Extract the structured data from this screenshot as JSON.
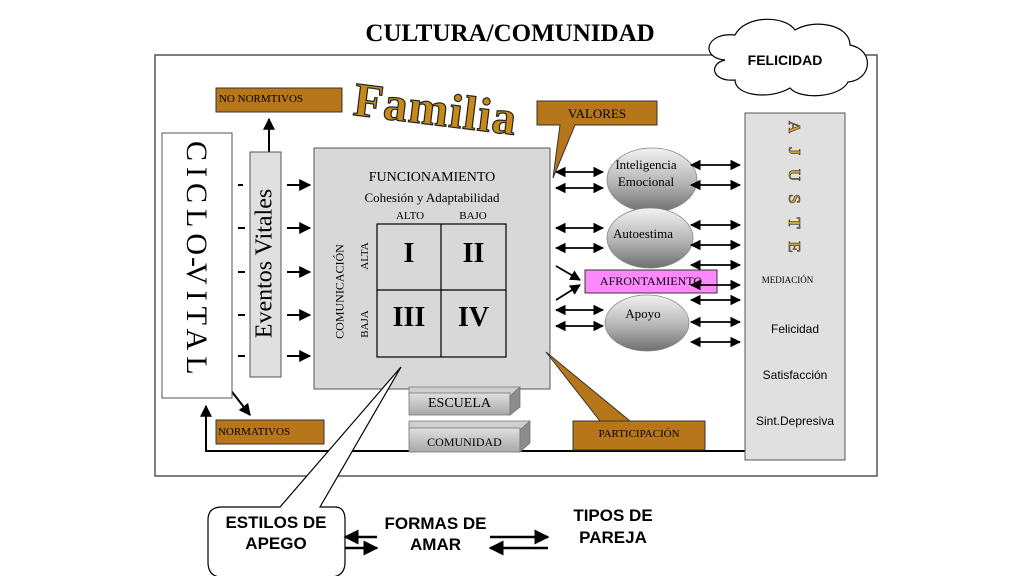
{
  "title": "CULTURA/COMUNIDAD",
  "cloud_label": "FELICIDAD",
  "no_normativos": "NO NORMTIVOS",
  "normativos": "NORMATIVOS",
  "familia": "Familia",
  "valores": "VALORES",
  "participacion": "PARTICIPACIÓN",
  "ciclo_vital": {
    "ciclo": "CICLO",
    "dash": "-",
    "vital": "VITAL"
  },
  "eventos_vitales": "Eventos Vitales",
  "funcionamiento": {
    "title": "FUNCIONAMIENTO",
    "subtitle": "Cohesión y Adaptabilidad",
    "alto": "ALTO",
    "bajo": "BAJO",
    "comunicacion": "COMUNICACIÓN",
    "alta": "ALTA",
    "baja": "BAJA",
    "quadrants": [
      "I",
      "II",
      "III",
      "IV"
    ]
  },
  "escuela": "ESCUELA",
  "comunidad": "COMUNIDAD",
  "mediators": [
    "Inteligencia Emocional",
    "Autoestima",
    "Apoyo"
  ],
  "afrontamiento": "AFRONTAMIENTO",
  "ajuste": {
    "letters": [
      "A",
      "J",
      "U",
      "S",
      "T",
      "E"
    ],
    "mediacion": "MEDIACIÓN",
    "felicidad": "Felicidad",
    "satisfaccion": "Satisfacción",
    "sint_depresiva": "Sint.Depresiva"
  },
  "bottom": {
    "estilos": "ESTILOS DE APEGO",
    "formas": "FORMAS DE AMAR",
    "tipos": "TIPOS DE PAREJA"
  }
}
